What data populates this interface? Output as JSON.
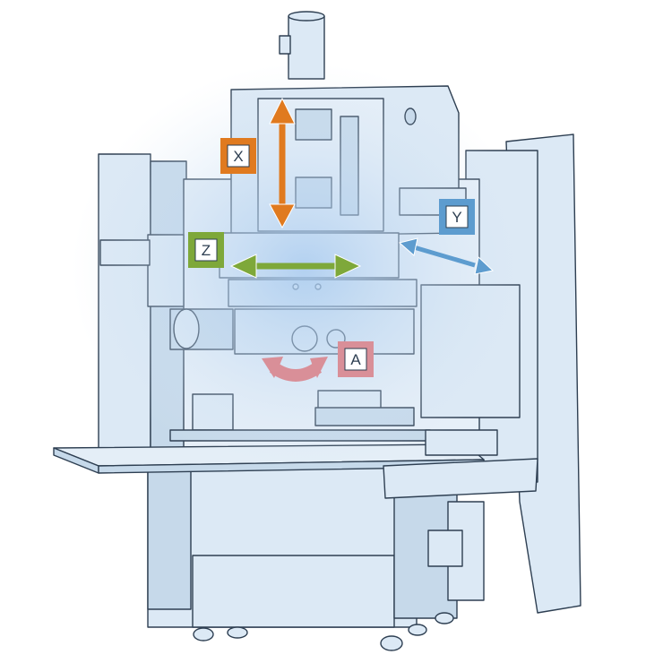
{
  "axes": [
    {
      "id": "x",
      "label": "X",
      "color": "#e07a1f",
      "motion": "vertical"
    },
    {
      "id": "z",
      "label": "Z",
      "color": "#7ea83a",
      "motion": "horizontal"
    },
    {
      "id": "y",
      "label": "Y",
      "color": "#5d9ccf",
      "motion": "diagonal"
    },
    {
      "id": "a",
      "label": "A",
      "color": "#d98f98",
      "motion": "rotation"
    }
  ],
  "colors": {
    "machine_fill": "#dce9f5",
    "machine_fill_dark": "#c6d9ea",
    "outline": "#2e3f52",
    "glow": "#a9cbef"
  }
}
